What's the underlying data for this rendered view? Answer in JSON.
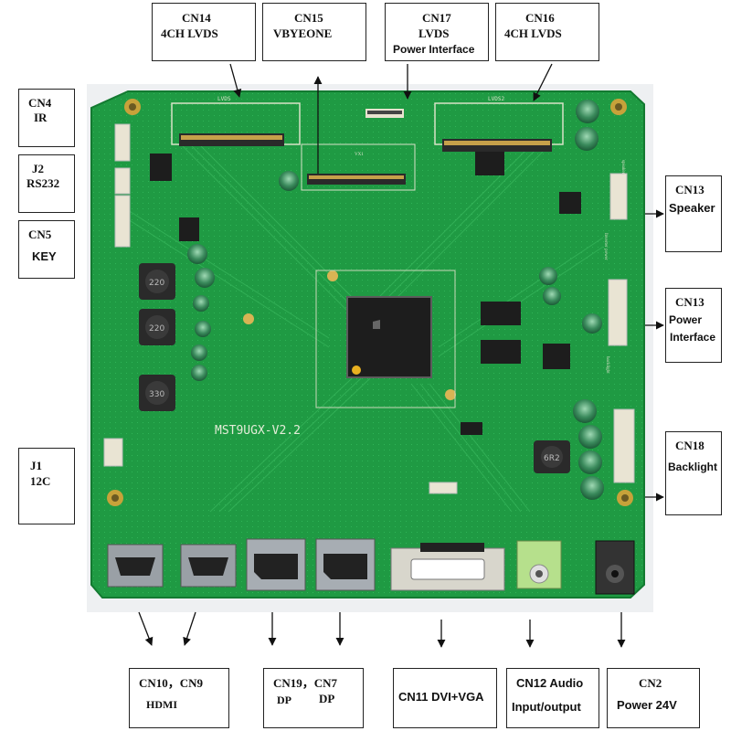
{
  "board": {
    "model": "MST9UGX-V2.2",
    "silk_lvds_left": "LVDS",
    "silk_lvds_right": "LVDS2",
    "silk_vx": "VX1",
    "silk_speaker": "speaker",
    "silk_power": "Inverter power",
    "silk_backlight": "backlight",
    "inductor_1": "220",
    "inductor_2": "220",
    "inductor_3": "330",
    "inductor_4": "6R2",
    "colors": {
      "pcb": "#1f9a43",
      "pcb_dark": "#157a33",
      "trace": "#33b357",
      "connector": "#e9e4d3",
      "chip": "#1d1d1d"
    }
  },
  "labels": {
    "cn14": {
      "line1": "CN14",
      "line2": "4CH      LVDS"
    },
    "cn15": {
      "line1": "CN15",
      "line2": "VBYEONE"
    },
    "cn17": {
      "line1": "CN17",
      "line2": "LVDS",
      "line3": "Power Interface"
    },
    "cn16": {
      "line1": "CN16",
      "line2": "4CH      LVDS"
    },
    "cn4": {
      "line1": "CN4",
      "line2": "IR"
    },
    "j2": {
      "line1": "J2",
      "line2": "RS232"
    },
    "cn5": {
      "line1": "CN5",
      "line2": "KEY"
    },
    "j1": {
      "line1": "J1",
      "line2": "12C"
    },
    "cn13_speaker": {
      "line1": "CN13",
      "line2": "Speaker"
    },
    "cn13_power": {
      "line1": "CN13",
      "line2": "Power",
      "line3": "Interface"
    },
    "cn18": {
      "line1": "CN18",
      "line2": "Backlight"
    },
    "cn10_cn9": {
      "line1": "CN10，CN9",
      "line2": "HDMI"
    },
    "cn19_cn7": {
      "line1": "CN19，CN7",
      "line2a": "DP",
      "line2b": "DP"
    },
    "cn11": {
      "line1": "CN11 DVI+VGA"
    },
    "cn12": {
      "line1": "CN12 Audio",
      "line2": "Input/output"
    },
    "cn2": {
      "line1": "CN2",
      "line2": "Power 24V"
    }
  }
}
